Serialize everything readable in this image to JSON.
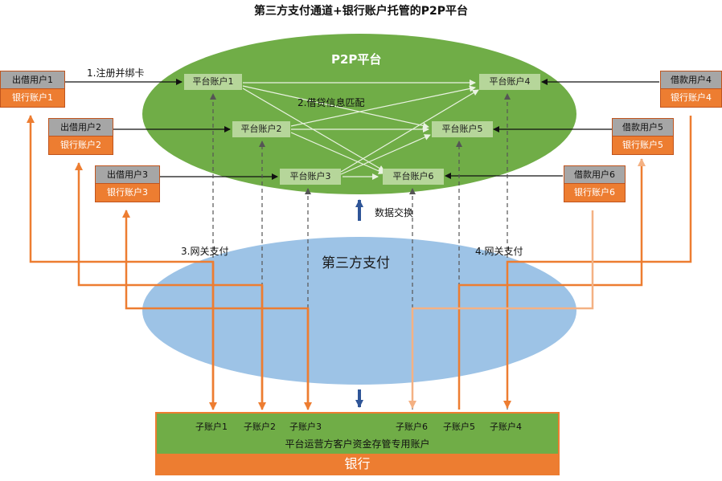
{
  "title": "第三方支付通道+银行账户托管的P2P平台",
  "p2p_title": "P2P平台",
  "third_party_title": "第三方支付",
  "platform_accounts": [
    "平台账户1",
    "平台账户2",
    "平台账户3",
    "平台账户4",
    "平台账户5",
    "平台账户6"
  ],
  "lenders": [
    {
      "user": "出借用户1",
      "bank": "银行账户1"
    },
    {
      "user": "出借用户2",
      "bank": "银行账户2"
    },
    {
      "user": "出借用户3",
      "bank": "银行账户3"
    }
  ],
  "borrowers": [
    {
      "user": "借款用户4",
      "bank": "银行账户4"
    },
    {
      "user": "借款用户5",
      "bank": "银行账户5"
    },
    {
      "user": "借款用户6",
      "bank": "银行账户6"
    }
  ],
  "labels": {
    "register": "1.注册并绑卡",
    "match": "2.借贷信息匹配",
    "gateway_left": "3.网关支付",
    "gateway_right": "4.网关支付",
    "data_exchange": "数据交换"
  },
  "bank": {
    "sub_accounts": [
      "子账户1",
      "子账户2",
      "子账户3",
      "子账户6",
      "子账户5",
      "子账户4"
    ],
    "custody_label": "平台运营方客户资金存管专用账户",
    "bank_label": "银行"
  },
  "colors": {
    "green": "#70ad47",
    "light_green": "#b6d69a",
    "blue": "#9dc3e6",
    "orange": "#ed7d31",
    "light_orange": "#f4b183",
    "dark_blue": "#2f5597"
  }
}
